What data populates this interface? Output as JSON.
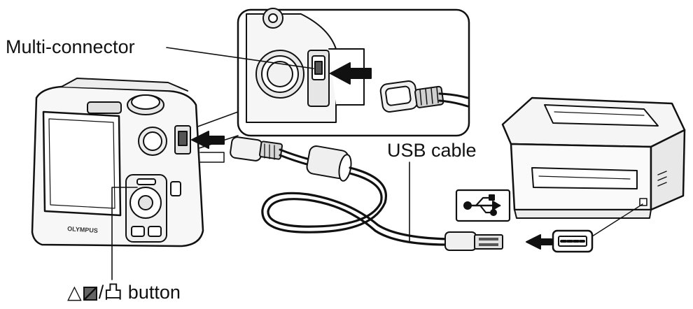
{
  "labels": {
    "multi_connector": "Multi-connector",
    "usb_cable": "USB cable",
    "button_label": "button",
    "button_symbols": {
      "up": "△",
      "slash": "/",
      "print": "凸"
    }
  },
  "icons": [
    "usb-symbol-icon",
    "exposure-compensation-icon",
    "print-icon",
    "insert-arrow-icon"
  ],
  "colors": {
    "line": "#111111",
    "fill_light": "#f2f2f2",
    "fill_mid": "#d9d9d9",
    "fill_dark": "#555555"
  }
}
